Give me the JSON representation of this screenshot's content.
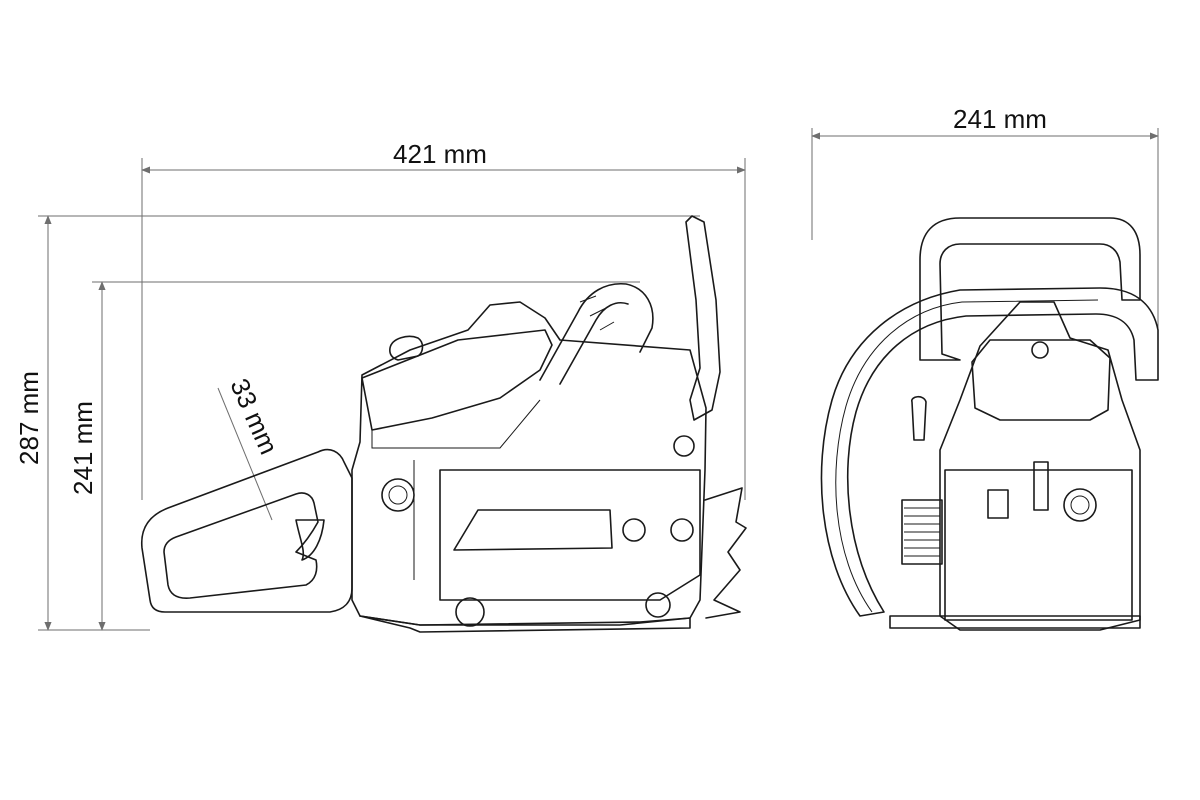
{
  "dimensions": {
    "side_length": "421 mm",
    "side_total_height": "287 mm",
    "side_body_height": "241 mm",
    "handle_grip": "33 mm",
    "front_width": "241 mm"
  },
  "colors": {
    "line": "#1a1a1a",
    "dimension_line": "#6e6e6e",
    "background": "#ffffff"
  }
}
